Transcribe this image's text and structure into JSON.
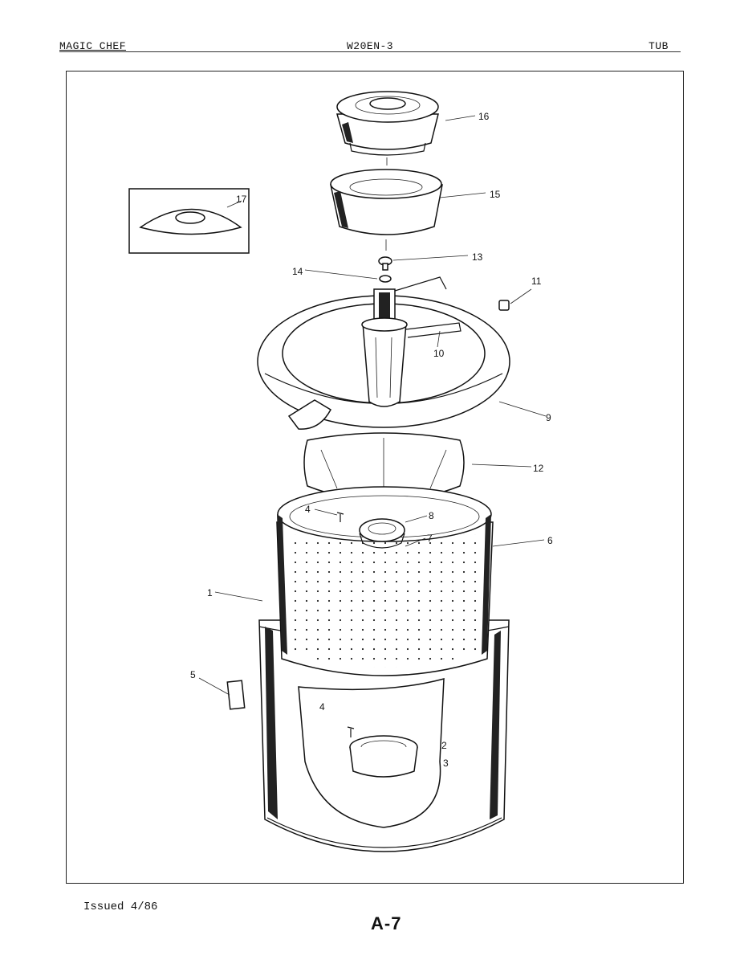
{
  "header": {
    "brand": "MAGIC CHEF",
    "model": "W20EN-3",
    "section": "TUB"
  },
  "footer": {
    "issued": "Issued 4/86",
    "page_number": "A-7"
  },
  "callouts": {
    "c16": "16",
    "c15": "15",
    "c17": "17",
    "c13": "13",
    "c14": "14",
    "c11": "11",
    "c10": "10",
    "c9": "9",
    "c12": "12",
    "c4a": "4",
    "c8": "8",
    "c7": "7",
    "c6": "6",
    "c1": "1",
    "c5": "5",
    "c4b": "4",
    "c2": "2",
    "c3": "3"
  }
}
